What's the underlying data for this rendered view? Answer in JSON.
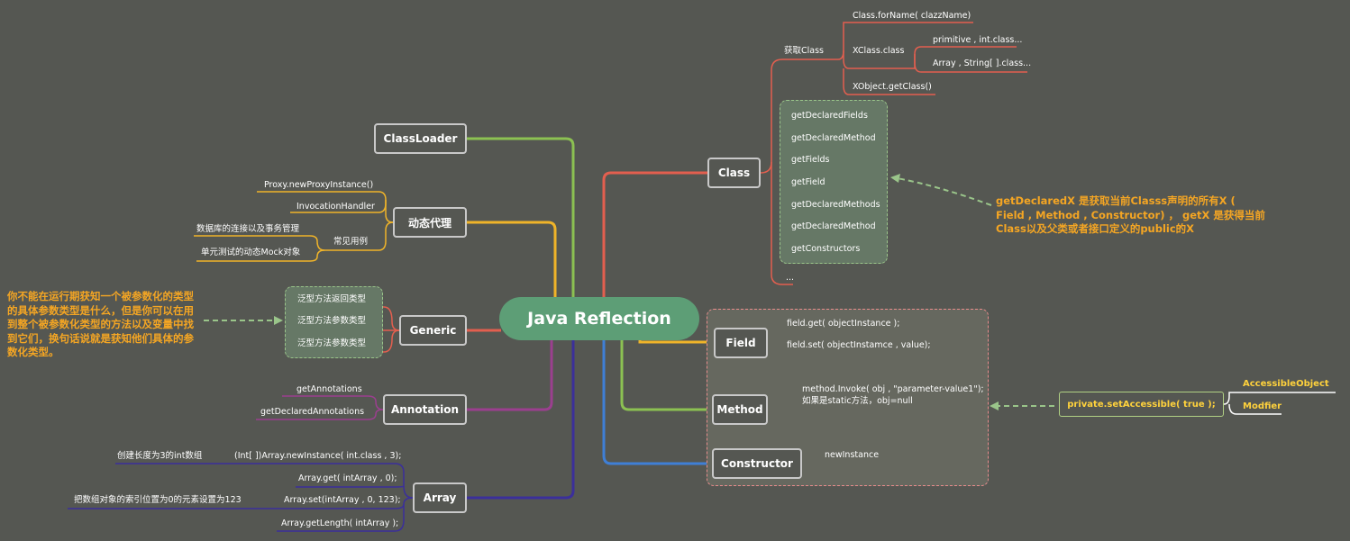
{
  "root": "Java Reflection",
  "nodes": {
    "classloader": "ClassLoader",
    "proxy": "动态代理",
    "generic": "Generic",
    "annotation": "Annotation",
    "array": "Array",
    "class": "Class",
    "field": "Field",
    "method": "Method",
    "constructor": "Constructor"
  },
  "get_class": {
    "label": "获取Class",
    "forname": "Class.forName( clazzName)",
    "xclass": "XClass.class",
    "primitive": "primitive , int.class...",
    "array": "Array , String[ ].class...",
    "getclass": "XObject.getClass()"
  },
  "class_methods": [
    "getDeclaredFields",
    "getDeclaredMethod",
    "getFields",
    "getField",
    "getDeclaredMethods",
    "getDeclaredMethod",
    "getConstructors"
  ],
  "class_more": "...",
  "class_note": "getDeclaredX 是获取当前Classs声明的所有X ( Field , Method , Constructor) ， getX 是获得当前Class以及父类或者接口定义的public的X",
  "field_items": [
    "field.get( objectInstance );",
    "field.set( objectInstamce , value);"
  ],
  "method_items": [
    "method.Invoke( obj , \"parameter-value1\");",
    "如果是static方法，obj=null"
  ],
  "constructor_item": "newInstance",
  "accessible": {
    "main": "private.setAccessible( true );",
    "obj": "AccessibleObject",
    "modifier": "Modfier"
  },
  "proxy_items": {
    "new_proxy": "Proxy.newProxyInstance()",
    "handler": "InvocationHandler",
    "usage": "常见用例",
    "usage1": "数据库的连接以及事务管理",
    "usage2": "单元测试的动态Mock对象"
  },
  "generic_items": [
    "泛型方法返回类型",
    "泛型方法参数类型",
    "泛型方法参数类型"
  ],
  "generic_note": "你不能在运行期获知一个被参数化的类型的具体参数类型是什么，但是你可以在用到整个被参数化类型的方法以及变量中找到它们，换句话说就是获知他们具体的参数化类型。",
  "annotation_items": [
    "getAnnotations",
    "getDeclaredAnnotations"
  ],
  "array_items": {
    "create_desc": "创建长度为3的int数组",
    "create": "(Int[ ])Array.newInstance( int.class , 3);",
    "get": "Array.get( intArray , 0);",
    "set_desc": "把数组对象的索引位置为0的元素设置为123",
    "set": "Array.set(intArray , 0, 123);",
    "length": "Array.getLength( intArray );"
  }
}
